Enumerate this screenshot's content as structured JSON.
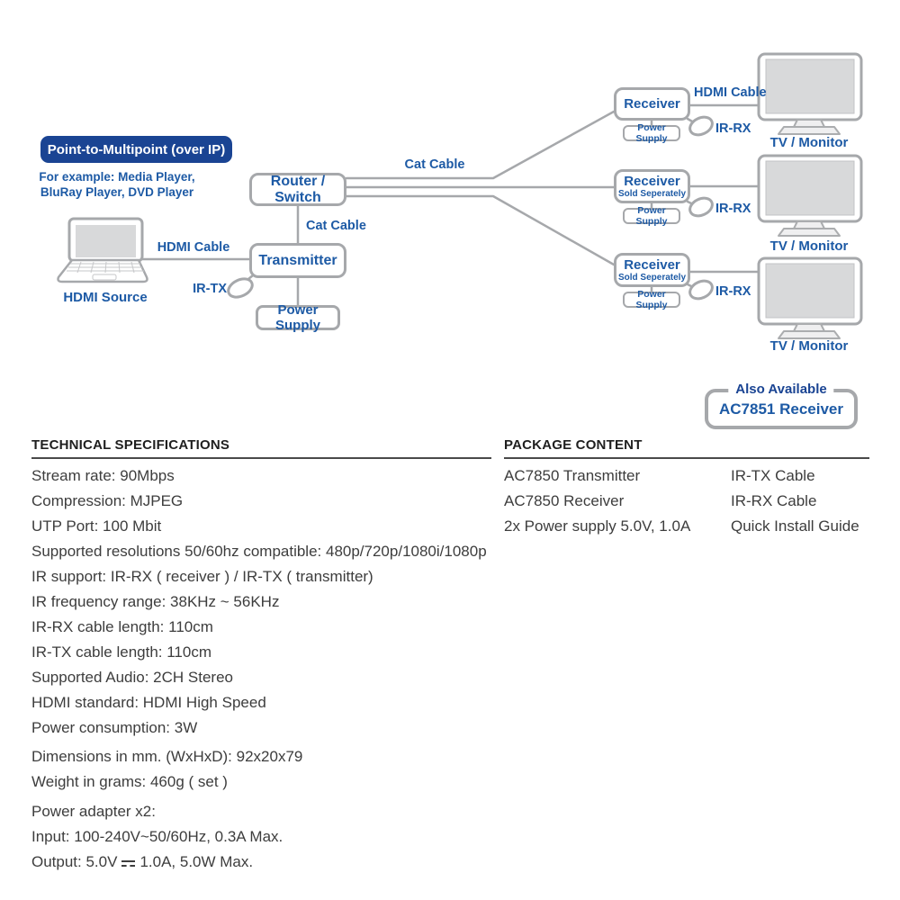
{
  "colors": {
    "navy": "#1A4493",
    "blue": "#1D5AA5",
    "line_gray": "#A6A8AB",
    "screen_gray": "#D8D9DA",
    "body_text": "#3D3D3D",
    "heading_text": "#1F1F1F"
  },
  "diagram": {
    "badge": "Point-to-Multipoint (over IP)",
    "example_line1": "For example: Media Player,",
    "example_line2": "BluRay Player, DVD Player",
    "hdmi_source_label": "HDMI Source",
    "hdmi_cable_label": "HDMI Cable",
    "cat_cable_label": "Cat Cable",
    "router_label": "Router / Switch",
    "transmitter_label": "Transmitter",
    "power_supply_label": "Power Supply",
    "ir_tx_label": "IR-TX",
    "ir_rx_label": "IR-RX",
    "receiver_title": "Receiver",
    "receiver_subtitle": "Sold Seperately",
    "tv_label": "TV / Monitor",
    "also_available": {
      "legend": "Also Available",
      "product": "AC7851 Receiver"
    }
  },
  "specs": {
    "heading": "TECHNICAL SPECIFICATIONS",
    "lines": [
      "Stream rate: 90Mbps",
      "Compression: MJPEG",
      "UTP Port: 100 Mbit",
      "Supported resolutions 50/60hz compatible: 480p/720p/1080i/1080p",
      "IR support: IR-RX ( receiver ) / IR-TX ( transmitter)",
      "IR frequency range: 38KHz ~ 56KHz",
      "IR-RX cable length: 110cm",
      "IR-TX cable length: 110cm",
      "Supported Audio: 2CH Stereo",
      "HDMI standard: HDMI High Speed",
      "Power consumption: 3W",
      "Dimensions in mm. (WxHxD): 92x20x79",
      "Weight in grams: 460g ( set )"
    ],
    "power_lines": [
      "Power adapter x2:",
      "Input: 100-240V~50/60Hz, 0.3A Max."
    ],
    "output": {
      "prefix": "Output: 5.0V",
      "suffix": "1.0A, 5.0W Max."
    }
  },
  "package": {
    "heading": "PACKAGE CONTENT",
    "left": [
      "AC7850 Transmitter",
      "AC7850 Receiver",
      "2x Power supply 5.0V,  1.0A"
    ],
    "right": [
      "IR-TX Cable",
      "IR-RX Cable",
      "Quick Install Guide"
    ]
  }
}
